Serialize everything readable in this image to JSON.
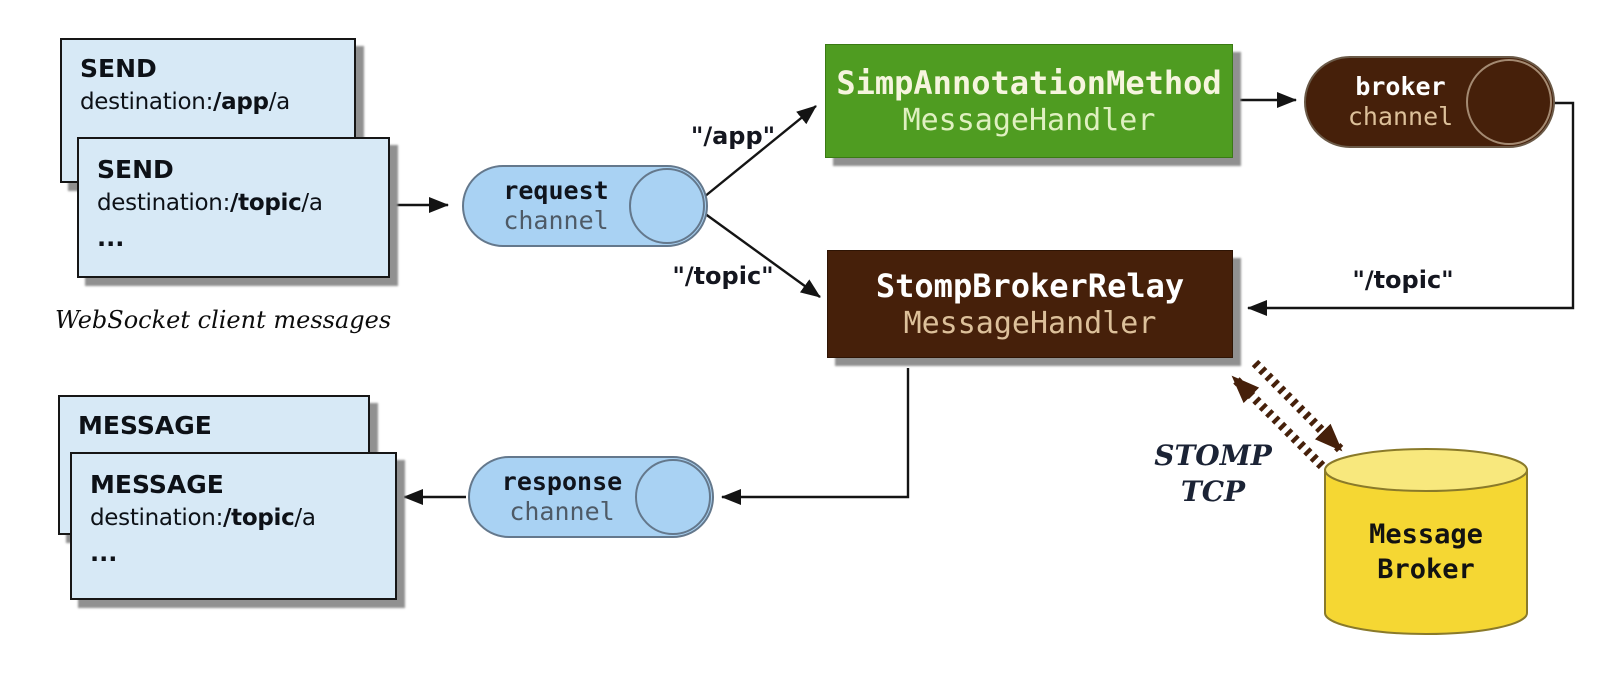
{
  "colors": {
    "card_fill": "#d7e9f6",
    "channel_fill": "#a9d2f3",
    "channel_border": "#64788c",
    "green_fill": "#4f9c21",
    "brown_fill": "#46200a",
    "yellow_fill": "#f5d733",
    "yellow_top": "#f8e87d",
    "shadow": "#909090",
    "arrow": "#141414",
    "muted_text": "#4e5a66",
    "tan_text": "#dcc09a",
    "pale_text": "#f6f5de",
    "pale_green_text": "#dff0c0"
  },
  "cards": {
    "send_back": {
      "title": "SEND",
      "dest_prefix": "destination:",
      "dest_bold": "/app",
      "dest_suffix": "/a"
    },
    "send_front": {
      "title": "SEND",
      "dest_prefix": "destination:",
      "dest_bold": "/topic",
      "dest_suffix": "/a",
      "more": "..."
    },
    "message_back": {
      "title": "MESSAGE"
    },
    "message_front": {
      "title": "MESSAGE",
      "dest_prefix": "destination:",
      "dest_bold": "/topic",
      "dest_suffix": "/a",
      "more": "..."
    }
  },
  "caption": "WebSocket client messages",
  "channels": {
    "request": {
      "line1": "request",
      "line2": "channel"
    },
    "response": {
      "line1": "response",
      "line2": "channel"
    },
    "broker": {
      "line1": "broker",
      "line2": "channel"
    }
  },
  "handlers": {
    "simp": {
      "line1": "SimpAnnotationMethod",
      "line2": "MessageHandler"
    },
    "relay": {
      "line1": "StompBrokerRelay",
      "line2": "MessageHandler"
    }
  },
  "broker_node": {
    "line1": "Message",
    "line2": "Broker"
  },
  "edge_labels": {
    "app": "\"/app\"",
    "topic_request": "\"/topic\"",
    "topic_return": "\"/topic\"",
    "protocol_line1": "STOMP",
    "protocol_line2": "TCP"
  }
}
